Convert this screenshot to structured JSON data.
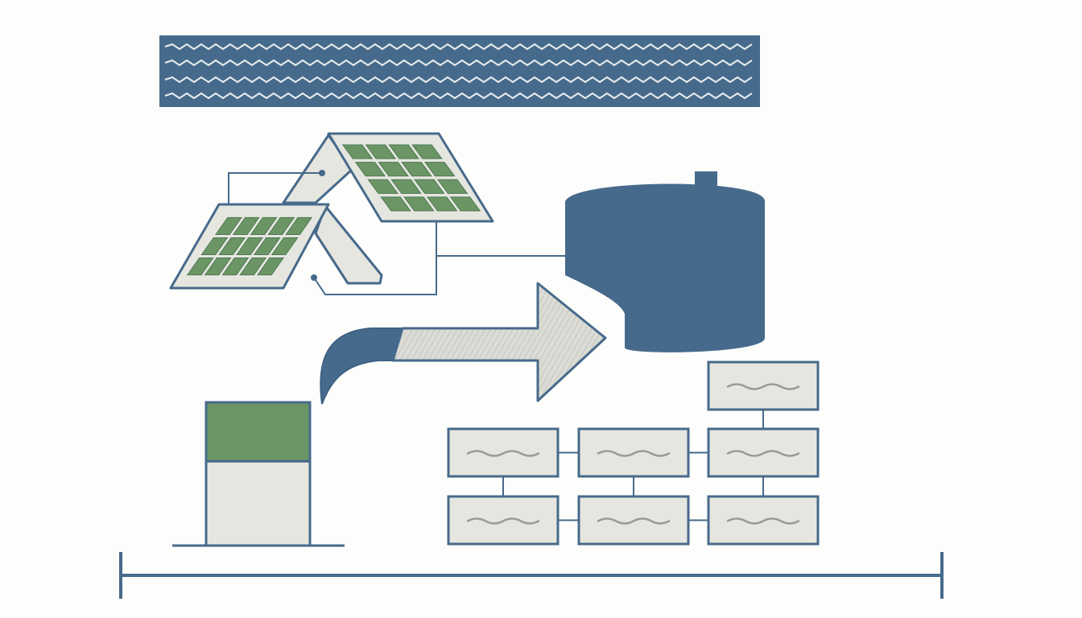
{
  "diagram": {
    "description_free": true,
    "colors": {
      "background": "#fdfdfc",
      "navy": "#466a8b",
      "navy_dark": "#3d6384",
      "green": "#6b9565",
      "panel_fill": "#e6e6e0",
      "wave_line": "#e8ecef",
      "box_wave": "#9a9a9a",
      "hatch_fill": "#d9d9d4",
      "hatch_line": "#b5b5b0"
    },
    "elements": [
      {
        "name": "water-band",
        "shape": "wavy-rectangle"
      },
      {
        "name": "solar-array",
        "shape": "two-tilted-solar-panels"
      },
      {
        "name": "storage-tank",
        "shape": "cylinder"
      },
      {
        "name": "flow-arrow",
        "shape": "curved-arrow"
      },
      {
        "name": "level-gauge",
        "shape": "bar-with-fill"
      },
      {
        "name": "box-network",
        "shape": "grid-of-boxes"
      },
      {
        "name": "timeline-axis",
        "shape": "bracketed-line"
      }
    ],
    "box_grid": {
      "rows": 3,
      "cols": 3,
      "present": [
        [
          false,
          false,
          true
        ],
        [
          true,
          true,
          true
        ],
        [
          true,
          true,
          true
        ]
      ]
    },
    "gauge_fill_fraction": 0.41
  }
}
